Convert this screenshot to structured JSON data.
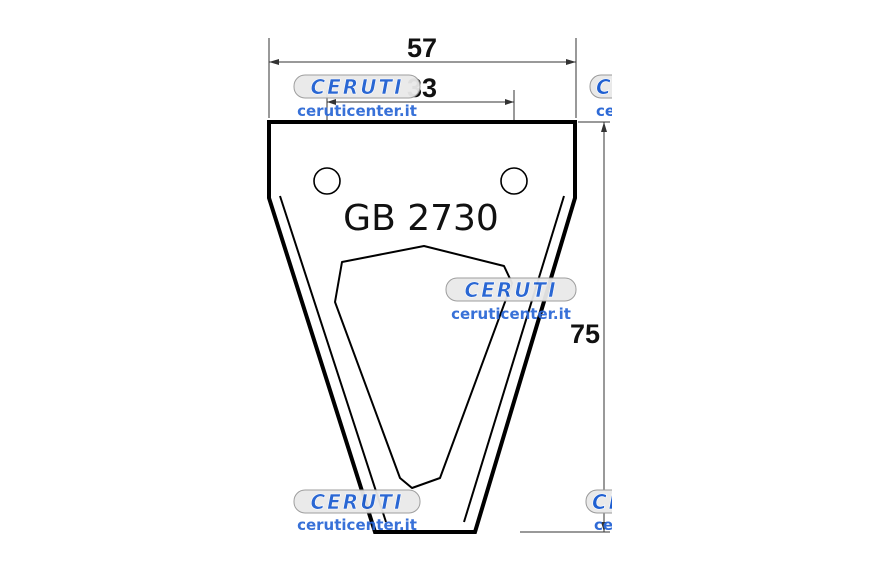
{
  "drawing": {
    "part_code": "GB 2730",
    "dimensions": {
      "overall_width": "57",
      "hole_spacing": "33",
      "height": "75"
    }
  },
  "watermark": {
    "logo_text": "CERUTI",
    "url_text": "ceruticenter.it",
    "logo_color": "#1f5fd1",
    "url_color": "#2e6ad6"
  }
}
